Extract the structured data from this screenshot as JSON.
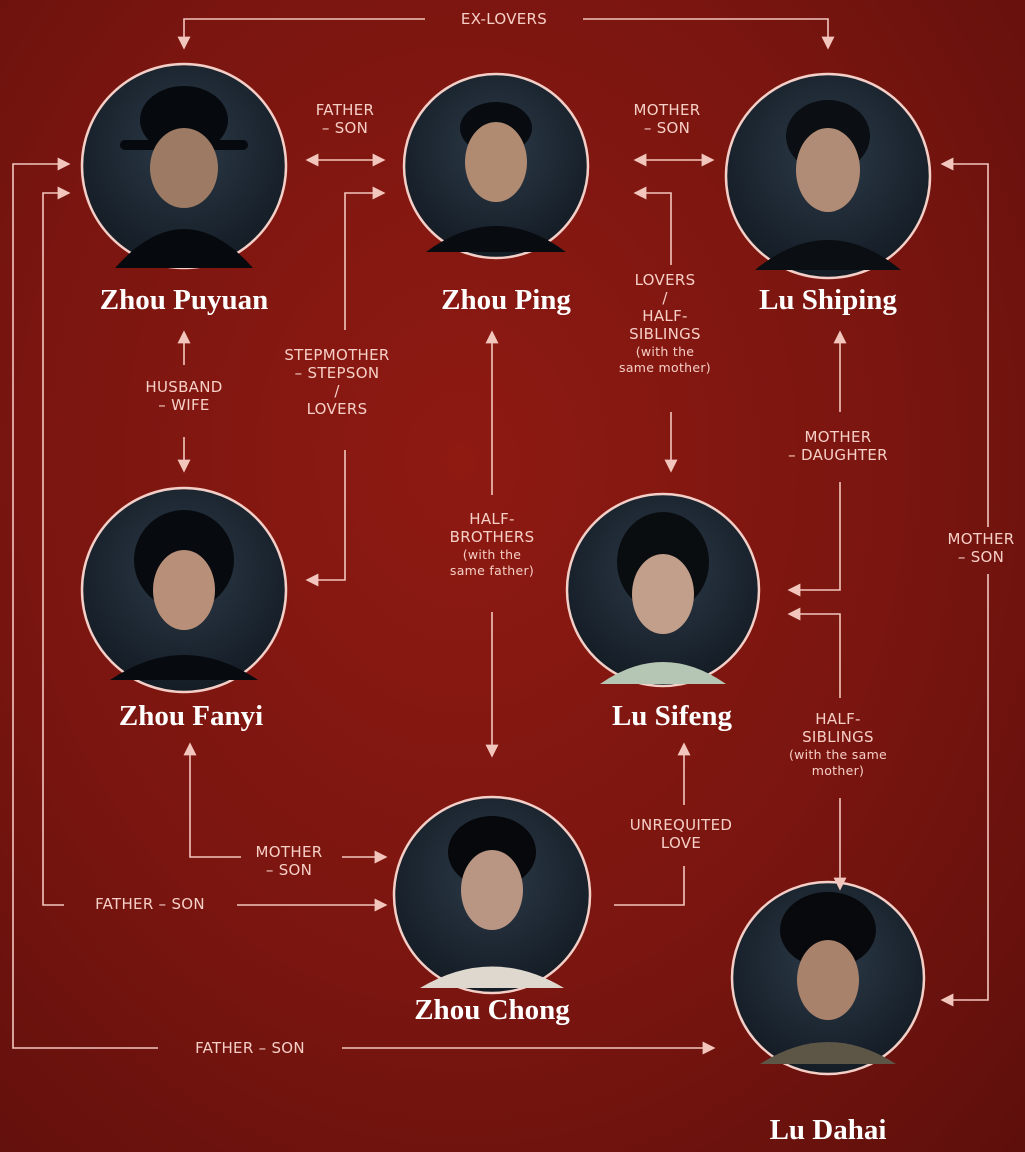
{
  "characters": {
    "zhou_puyuan": "Zhou Puyuan",
    "zhou_ping": "Zhou Ping",
    "lu_shiping": "Lu Shiping",
    "zhou_fanyi": "Zhou Fanyi",
    "lu_sifeng": "Lu Sifeng",
    "zhou_chong": "Zhou Chong",
    "lu_dahai": "Lu Dahai"
  },
  "relations": {
    "ex_lovers": "EX-LOVERS",
    "puyuan_ping": [
      "FATHER",
      "– SON"
    ],
    "ping_shiping": [
      "MOTHER",
      "– SON"
    ],
    "puyuan_fanyi": [
      "HUSBAND",
      "– WIFE"
    ],
    "fanyi_ping": [
      "STEPMOTHER",
      "– STEPSON",
      "/",
      "LOVERS"
    ],
    "ping_sifeng": [
      "LOVERS",
      "/",
      "HALF-",
      "SIBLINGS"
    ],
    "ping_sifeng_sub": [
      "(with the",
      "same mother)"
    ],
    "shiping_sifeng": [
      "MOTHER",
      "– DAUGHTER"
    ],
    "ping_chong": [
      "HALF-",
      "BROTHERS"
    ],
    "ping_chong_sub": [
      "(with the",
      "same father)"
    ],
    "shiping_dahai": [
      "MOTHER",
      "– SON"
    ],
    "sifeng_dahai": [
      "HALF-",
      "SIBLINGS"
    ],
    "sifeng_dahai_sub": [
      "(with the same",
      "mother)"
    ],
    "chong_sifeng": [
      "UNREQUITED",
      "LOVE"
    ],
    "fanyi_chong": [
      "MOTHER",
      "– SON"
    ],
    "puyuan_chong": "FATHER – SON",
    "puyuan_dahai": "FATHER – SON"
  },
  "colors": {
    "background": "#7a1510",
    "line": "#f2c6bd",
    "portrait_ring": "#f4cfc7",
    "portrait_fill": "#1b2530",
    "name_text": "#ffffff",
    "label_text": "#f6cfc6"
  }
}
